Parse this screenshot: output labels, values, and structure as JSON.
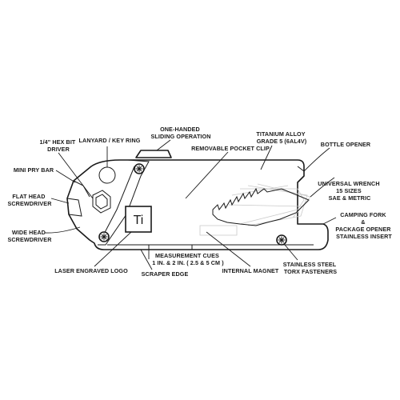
{
  "diagram": {
    "logo_text": "Ti",
    "labels": {
      "one_handed": [
        "ONE-HANDED",
        "SLIDING OPERATION"
      ],
      "lanyard": [
        "LANYARD / KEY RING"
      ],
      "titanium": [
        "TITANIUM ALLOY",
        "GRADE 5 (6AL4V)"
      ],
      "hex_bit": [
        "1/4\" HEX BIT",
        "DRIVER"
      ],
      "pocket_clip": [
        "REMOVABLE POCKET CLIP"
      ],
      "bottle_opener": [
        "BOTTLE OPENER"
      ],
      "pry_bar": [
        "MINI PRY BAR"
      ],
      "wrench": [
        "UNIVERSAL WRENCH",
        "15 SIZES",
        "SAE & METRIC"
      ],
      "flat_head": [
        "FLAT HEAD",
        "SCREWDRIVER"
      ],
      "fork": [
        "CAMPING FORK",
        "&",
        "PACKAGE OPENER",
        "STAINLESS INSERT"
      ],
      "wide_head": [
        "WIDE HEAD",
        "SCREWDRIVER"
      ],
      "measurement": [
        "MEASUREMENT CUES",
        "1 IN. & 2 IN. ( 2.5 & 5 CM )"
      ],
      "laser_logo": [
        "LASER ENGRAVED LOGO"
      ],
      "scraper": [
        "SCRAPER EDGE"
      ],
      "magnet": [
        "INTERNAL MAGNET"
      ],
      "torx": [
        "STAINLESS STEEL",
        "TORX FASTENERS"
      ]
    }
  }
}
